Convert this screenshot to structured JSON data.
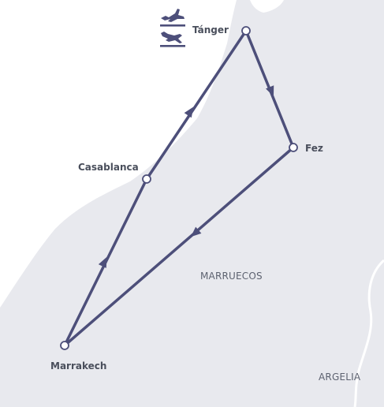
{
  "map": {
    "cities": {
      "tanger": "Tánger",
      "fez": "Fez",
      "casablanca": "Casablanca",
      "marrakech": "Marrakech"
    },
    "countries": {
      "marruecos": "MARRUECOS",
      "argelia": "ARGELIA"
    },
    "route": [
      "Tánger",
      "Fez",
      "Marrakech",
      "Casablanca",
      "Tánger"
    ],
    "icons": [
      "airplane-departure-icon",
      "airplane-arrival-icon"
    ],
    "colors": {
      "land": "#e8e9ee",
      "sea": "#ffffff",
      "route": "#4d4f7a",
      "border": "#ffffff",
      "city_marker_fill": "#ffffff"
    }
  }
}
